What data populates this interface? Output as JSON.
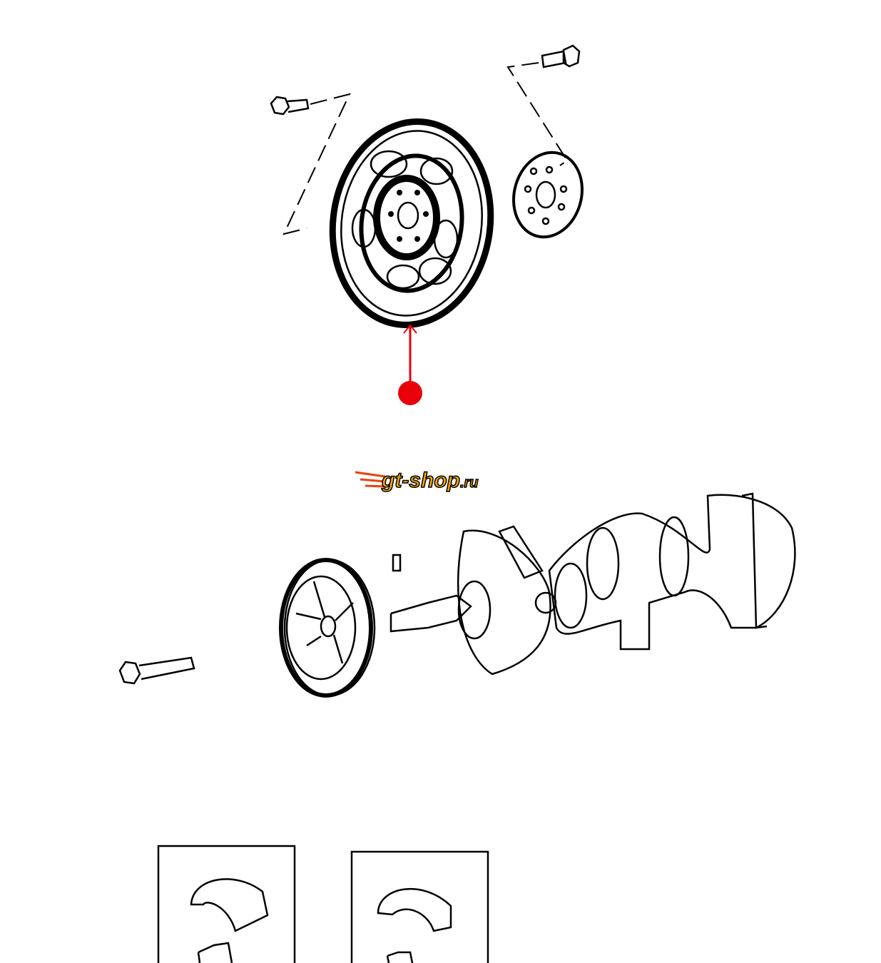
{
  "watermark": {
    "text": "gt-shop.ru",
    "main": "gt-shop",
    "suffix": ".ru"
  },
  "colors": {
    "callout": "#e8000b",
    "logo_orange": "#f7a600",
    "logo_red": "#e8420a"
  },
  "callout": {
    "target": "flexplate",
    "marker": "red-dot"
  }
}
